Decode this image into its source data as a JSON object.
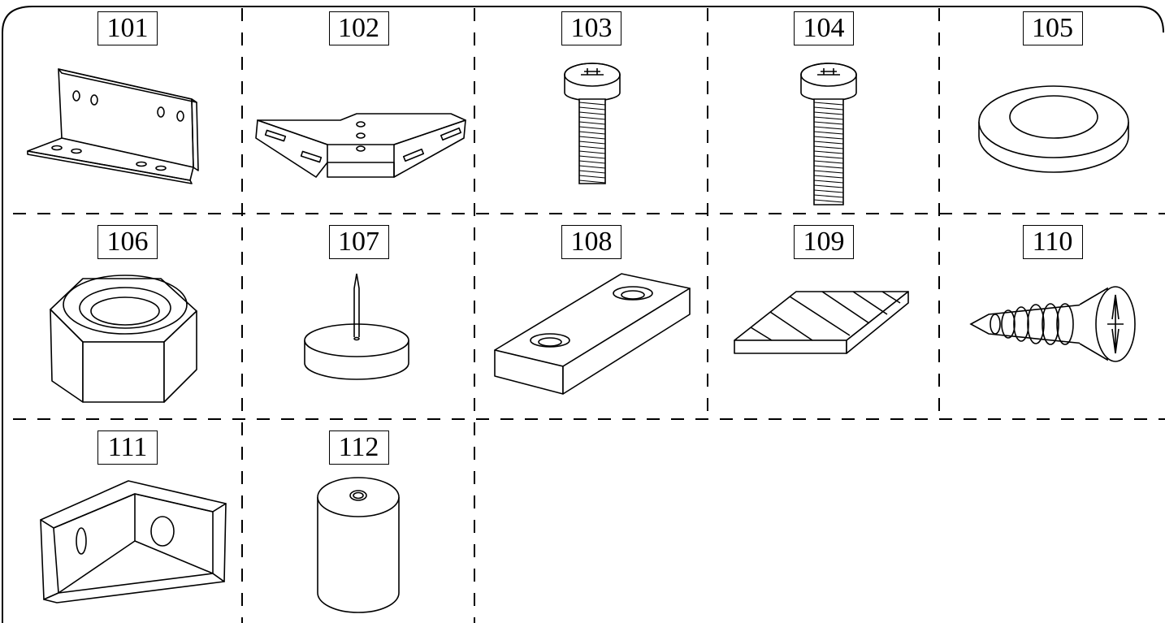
{
  "parts": [
    {
      "label": "101",
      "icon": "l-bracket-icon"
    },
    {
      "label": "102",
      "icon": "v-bracket-icon"
    },
    {
      "label": "103",
      "icon": "short-bolt-icon"
    },
    {
      "label": "104",
      "icon": "long-bolt-icon"
    },
    {
      "label": "105",
      "icon": "washer-icon"
    },
    {
      "label": "106",
      "icon": "hex-nut-icon"
    },
    {
      "label": "107",
      "icon": "felt-pad-nail-icon"
    },
    {
      "label": "108",
      "icon": "drilled-block-icon"
    },
    {
      "label": "109",
      "icon": "rhombus-pad-icon"
    },
    {
      "label": "110",
      "icon": "wood-screw-icon"
    },
    {
      "label": "111",
      "icon": "corner-block-icon"
    },
    {
      "label": "112",
      "icon": "threaded-spacer-icon"
    }
  ],
  "colors": {
    "ink": "#000000",
    "paper": "#ffffff"
  }
}
